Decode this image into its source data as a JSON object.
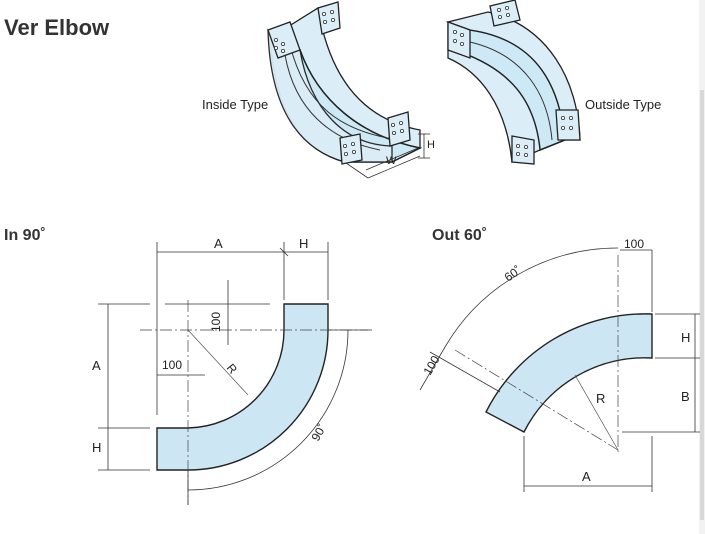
{
  "title": "Ver Elbow",
  "types": {
    "inside": "Inside Type",
    "outside": "Outside Type",
    "dim_w": "W",
    "dim_h": "H"
  },
  "in90": {
    "heading": "In 90˚",
    "dim_a_top": "A",
    "dim_h_top": "H",
    "dim_a_left": "A",
    "dim_h_left": "H",
    "dim_100_vertical": "100",
    "dim_100_horizontal": "100",
    "radius": "R",
    "angle": "90˚"
  },
  "out60": {
    "heading": "Out 60˚",
    "dim_100_top": "100",
    "angle": "60˚",
    "dim_100_slant": "100",
    "dim_h_right": "H",
    "dim_b_right": "B",
    "radius": "R",
    "dim_a_bottom": "A"
  },
  "colors": {
    "fill": "#cde6f3",
    "stroke": "#222222"
  }
}
